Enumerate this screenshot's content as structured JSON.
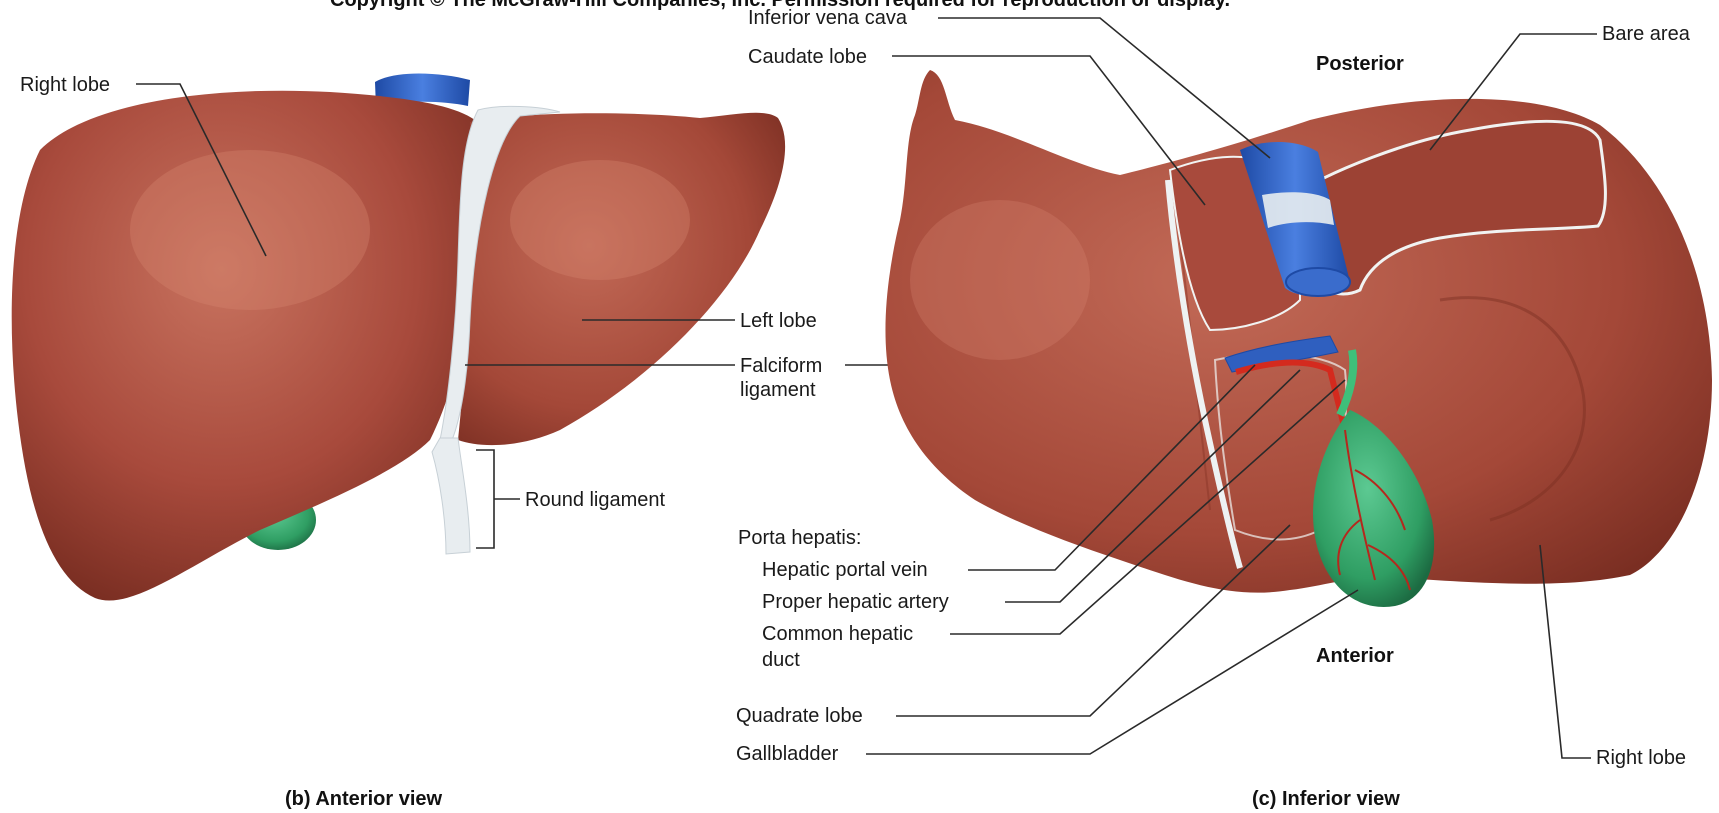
{
  "banner_text": "Copyright © The McGraw-Hill Companies, Inc. Permission required for reproduction or display.",
  "anterior_view": {
    "caption": "(b) Anterior view",
    "labels": {
      "right_lobe": "Right lobe",
      "left_lobe": "Left lobe",
      "falciform_1": "Falciform",
      "falciform_2": "ligament",
      "round_ligament": "Round ligament"
    }
  },
  "inferior_view": {
    "caption": "(c) Inferior view",
    "orientation": {
      "posterior": "Posterior",
      "anterior": "Anterior"
    },
    "labels": {
      "inferior_vena_cava": "Inferior vena cava",
      "caudate_lobe": "Caudate lobe",
      "bare_area": "Bare area",
      "porta_hepatis": "Porta hepatis:",
      "hepatic_portal_vein": "Hepatic portal vein",
      "proper_hepatic_artery": "Proper hepatic artery",
      "common_hepatic_duct_1": "Common hepatic",
      "common_hepatic_duct_2": "duct",
      "quadrate_lobe": "Quadrate lobe",
      "gallbladder": "Gallbladder",
      "right_lobe": "Right lobe"
    }
  },
  "colors": {
    "liver": "#a84a3c",
    "liver_highlight": "#c4705e",
    "liver_shadow": "#7e3024",
    "vein_blue": "#2f5fbf",
    "gallbladder_green": "#2f9e63",
    "ligament_white": "#e8edf0",
    "artery_red": "#d42a1e"
  }
}
